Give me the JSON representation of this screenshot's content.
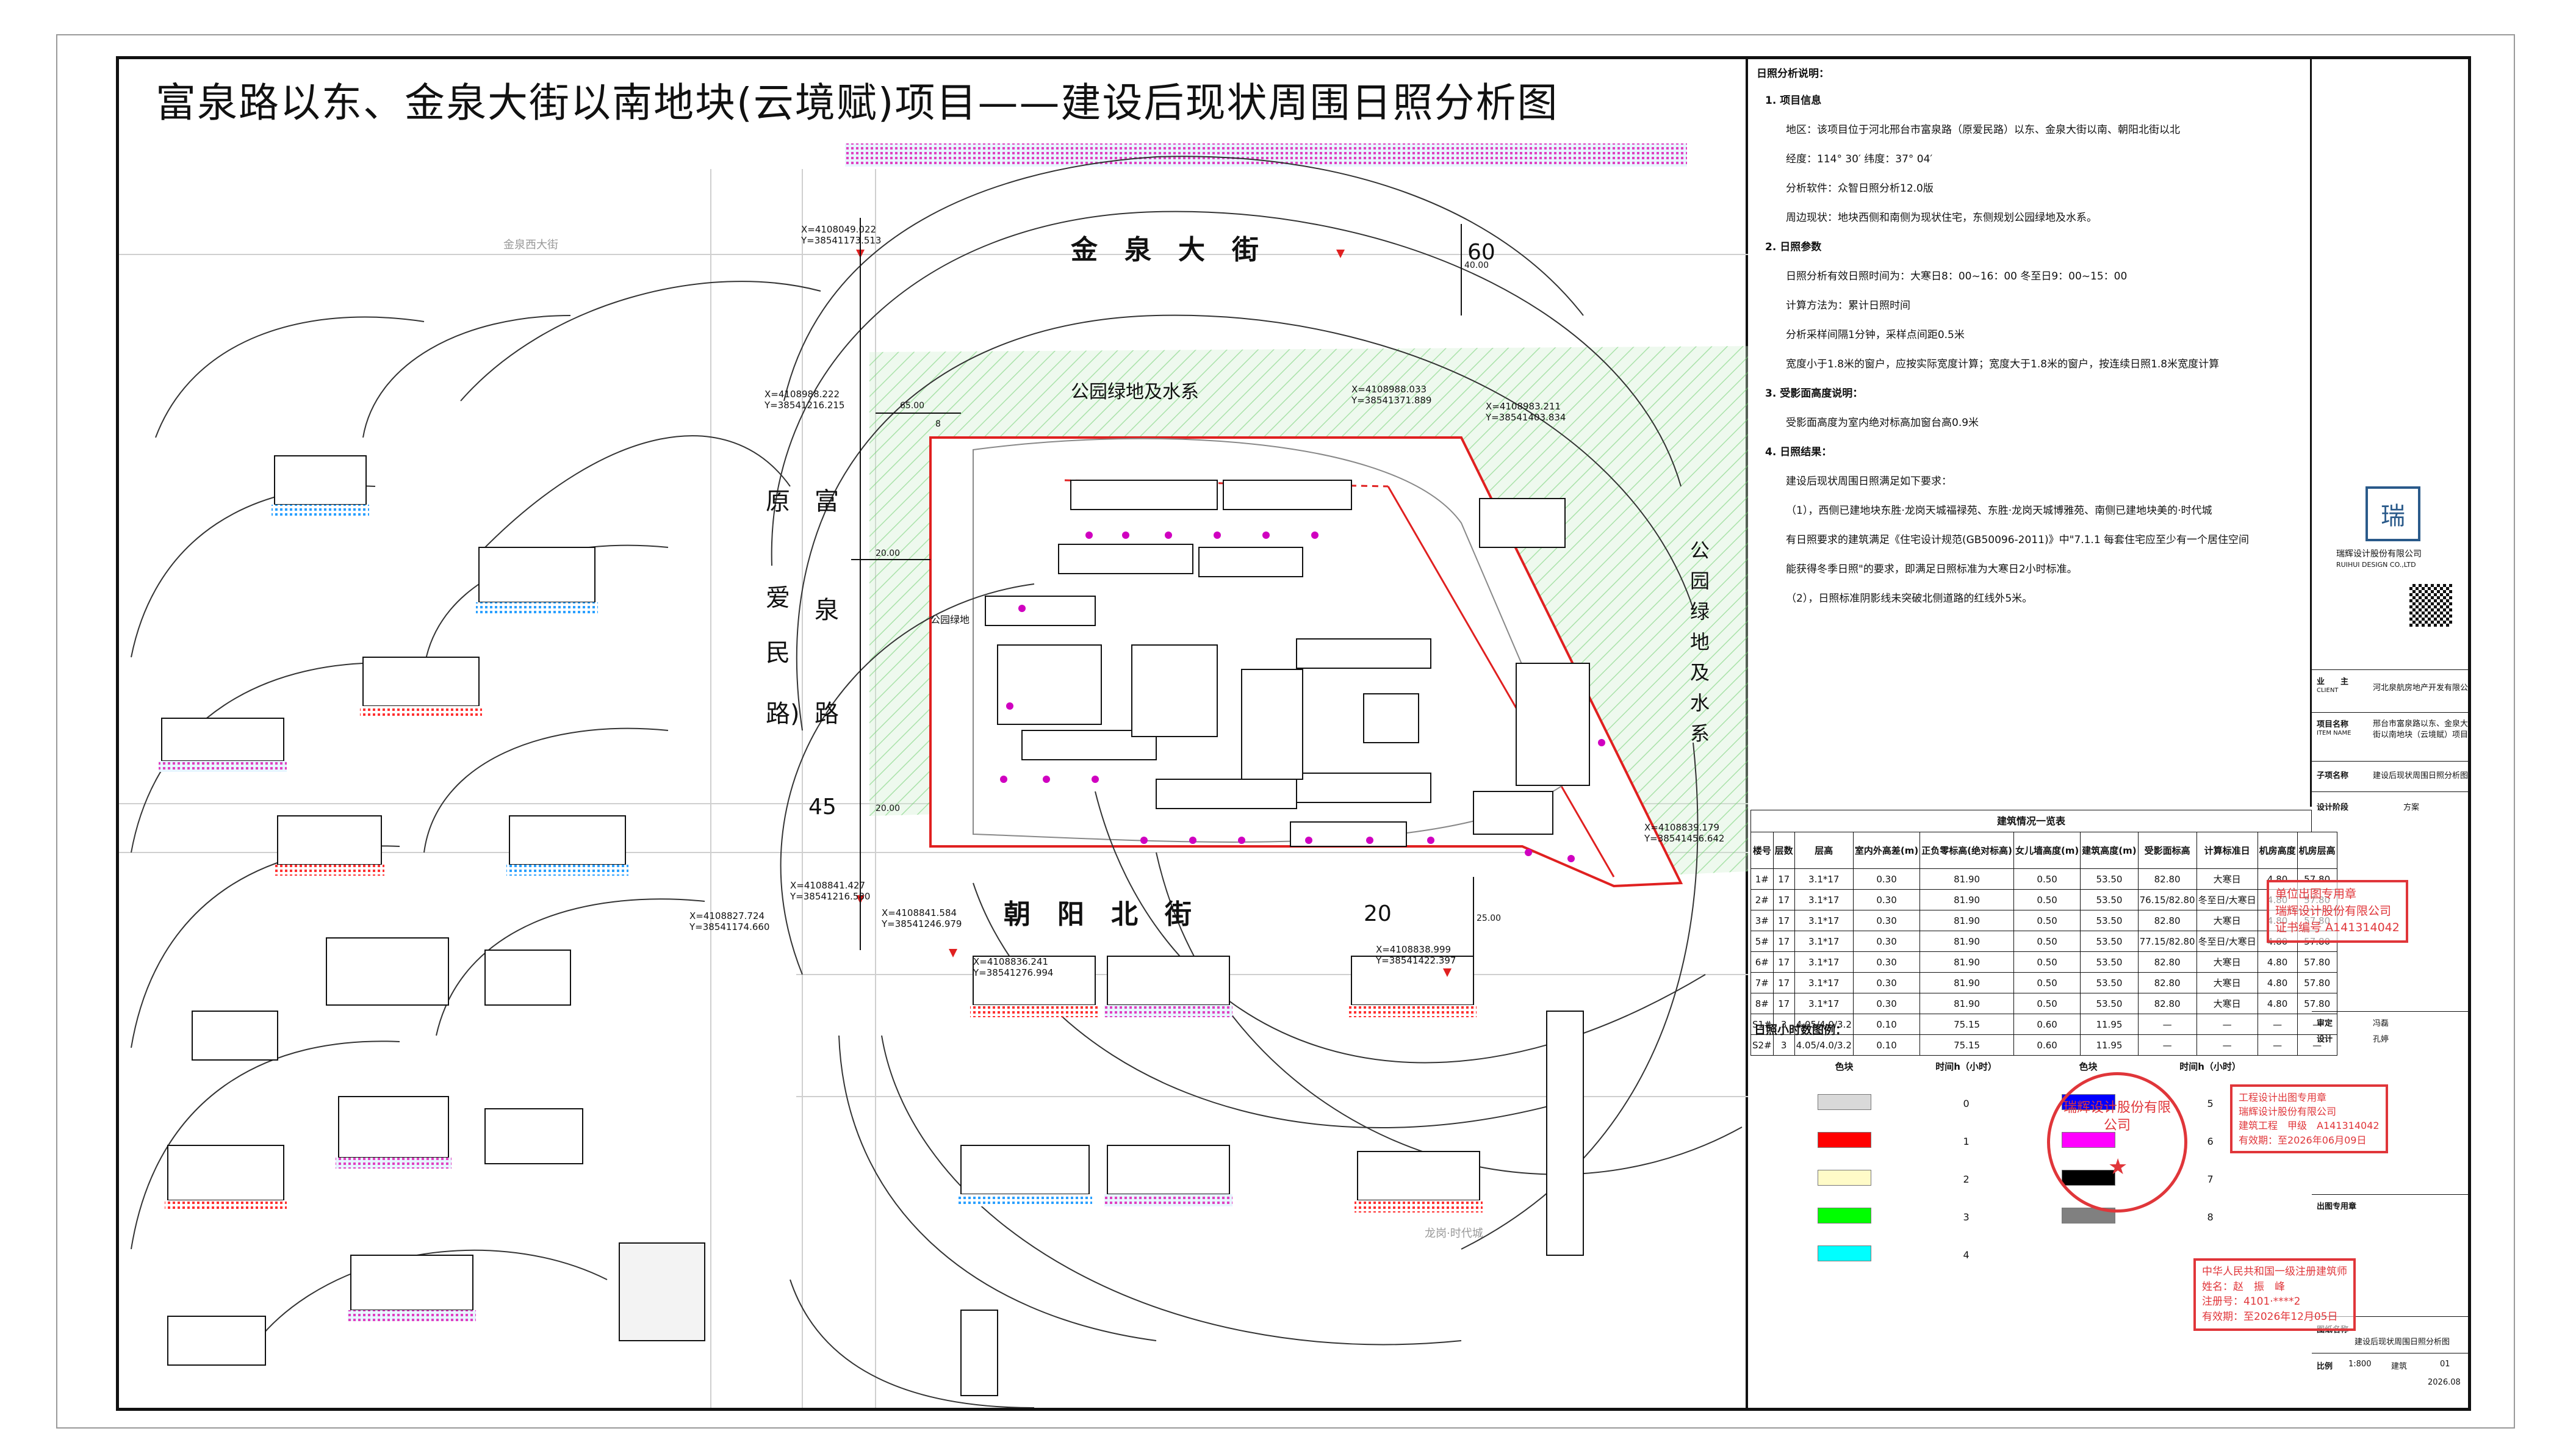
{
  "title": "富泉路以东、金泉大街以南地块(云境赋)项目——建设后现状周围日照分析图",
  "map": {
    "roads": {
      "north_road": "金　泉　大　街",
      "north_width": "60",
      "west_road_a": "富",
      "west_road_b": "泉",
      "west_road_c": "路",
      "west_road_alt_a": "原",
      "west_road_alt_b": "爱",
      "west_road_alt_c": "民",
      "west_road_alt_d": "路)",
      "west_width": "45",
      "south_road": "朝　阳　北　街",
      "south_width": "20",
      "east_green_a": "公",
      "east_green_b": "园",
      "east_green_c": "绿",
      "east_green_d": "地",
      "east_green_e": "及",
      "east_green_f": "水",
      "east_green_g": "系",
      "north_green": "公园绿地及水系",
      "inner_green": "公园绿地",
      "faint_road": "金泉西大街",
      "community_label": "龙岗·时代城"
    },
    "coords": [
      {
        "x": "X=4108049.022",
        "y": "Y=38541173.513"
      },
      {
        "x": "X=4108988.222",
        "y": "Y=38541216.215"
      },
      {
        "x": "X=4108988.033",
        "y": "Y=38541371.889"
      },
      {
        "x": "X=4108983.211",
        "y": "Y=38541403.834"
      },
      {
        "x": "X=4108839.179",
        "y": "Y=38541456.642"
      },
      {
        "x": "X=4108841.427",
        "y": "Y=38541216.580"
      },
      {
        "x": "X=4108827.724",
        "y": "Y=38541174.660"
      },
      {
        "x": "X=4108841.584",
        "y": "Y=38541246.979"
      },
      {
        "x": "X=4108836.241",
        "y": "Y=38541276.994"
      },
      {
        "x": "X=4108838.999",
        "y": "Y=38541422.397"
      }
    ],
    "dims": {
      "d1": "65.00",
      "d2": "20.00",
      "d3": "20.00",
      "d4": "8",
      "d5": "40.00",
      "d6": "25.00"
    }
  },
  "notes": {
    "heading": "日照分析说明：",
    "s1": "1. 项目信息",
    "s1_a": "地区：该项目位于河北邢台市富泉路（原爱民路）以东、金泉大街以南、朝阳北街以北",
    "s1_b": "经度：114° 30′  纬度：37° 04′",
    "s1_c": "分析软件：众智日照分析12.0版",
    "s1_d": "周边现状：地块西侧和南侧为现状住宅，东侧规划公园绿地及水系。",
    "s2": "2. 日照参数",
    "s2_a": "日照分析有效日照时间为：大寒日8：00~16：00  冬至日9：00~15：00",
    "s2_b": "计算方法为：累计日照时间",
    "s2_c": "分析采样间隔1分钟，采样点间距0.5米",
    "s2_d": "宽度小于1.8米的窗户，应按实际宽度计算；宽度大于1.8米的窗户，按连续日照1.8米宽度计算",
    "s3": "3. 受影面高度说明：",
    "s3_a": "受影面高度为室内绝对标高加窗台高0.9米",
    "s4": "4. 日照结果：",
    "s4_a": "建设后现状周围日照满足如下要求：",
    "s4_b": "（1），西侧已建地块东胜·龙岗天城福禄苑、东胜·龙岗天城博雅苑、南侧已建地块美的·时代城",
    "s4_c": "有日照要求的建筑满足《住宅设计规范(GB50096-2011)》中\"7.1.1 每套住宅应至少有一个居住空间",
    "s4_d": "能获得冬季日照\"的要求，即满足日照标准为大寒日2小时标准。",
    "s4_e": "（2），日照标准阴影线未突破北侧道路的红线外5米。"
  },
  "building_table": {
    "caption": "建筑情况一览表",
    "headers": [
      "楼号",
      "层数",
      "层高",
      "室内外高差(m)",
      "正负零标高(绝对标高)",
      "女儿墙高度(m)",
      "建筑高度(m)",
      "受影面标高",
      "计算标准日",
      "机房高度",
      "机房层高"
    ],
    "rows": [
      [
        "1#",
        "17",
        "3.1*17",
        "0.30",
        "81.90",
        "0.50",
        "53.50",
        "82.80",
        "大寒日",
        "4.80",
        "57.80"
      ],
      [
        "2#",
        "17",
        "3.1*17",
        "0.30",
        "81.90",
        "0.50",
        "53.50",
        "76.15/82.80",
        "冬至日/大寒日",
        "4.80",
        "57.80"
      ],
      [
        "3#",
        "17",
        "3.1*17",
        "0.30",
        "81.90",
        "0.50",
        "53.50",
        "82.80",
        "大寒日",
        "4.80",
        "57.80"
      ],
      [
        "5#",
        "17",
        "3.1*17",
        "0.30",
        "81.90",
        "0.50",
        "53.50",
        "77.15/82.80",
        "冬至日/大寒日",
        "4.80",
        "57.80"
      ],
      [
        "6#",
        "17",
        "3.1*17",
        "0.30",
        "81.90",
        "0.50",
        "53.50",
        "82.80",
        "大寒日",
        "4.80",
        "57.80"
      ],
      [
        "7#",
        "17",
        "3.1*17",
        "0.30",
        "81.90",
        "0.50",
        "53.50",
        "82.80",
        "大寒日",
        "4.80",
        "57.80"
      ],
      [
        "8#",
        "17",
        "3.1*17",
        "0.30",
        "81.90",
        "0.50",
        "53.50",
        "82.80",
        "大寒日",
        "4.80",
        "57.80"
      ],
      [
        "S1#",
        "3",
        "4.05/4.0/3.2",
        "0.10",
        "75.15",
        "0.60",
        "11.95",
        "—",
        "—",
        "—",
        "—"
      ],
      [
        "S2#",
        "3",
        "4.05/4.0/3.2",
        "0.10",
        "75.15",
        "0.60",
        "11.95",
        "—",
        "—",
        "—",
        "—"
      ]
    ]
  },
  "legend": {
    "caption": "日照小时数图例：",
    "col_block": "色块",
    "col_hours": "时间h（小时）",
    "items": [
      {
        "h": "0",
        "color": "#d9d9d9"
      },
      {
        "h": "1",
        "color": "#ff0000"
      },
      {
        "h": "2",
        "color": "#fffbc8"
      },
      {
        "h": "3",
        "color": "#00ff00"
      },
      {
        "h": "4",
        "color": "#00ffff"
      },
      {
        "h": "5",
        "color": "#0000ff"
      },
      {
        "h": "6",
        "color": "#ff00ff"
      },
      {
        "h": "7",
        "color": "#000000"
      },
      {
        "h": "8",
        "color": "#808080"
      }
    ]
  },
  "side": {
    "company": "瑞辉设计股份有限公司",
    "company_en": "RUIHUI DESIGN CO.,LTD",
    "client_label": "业　　主",
    "client_label_en": "CLIENT",
    "client": "河北泉航房地产开发有限公司",
    "project_label": "项目名称",
    "project_label_en": "ITEM NAME",
    "project": "邢台市富泉路以东、金泉大街以南地块（云境赋）项目",
    "sub_label": "子项名称",
    "sub": "建设后现状周围日照分析图",
    "phase_label": "设计阶段",
    "phase": "方案",
    "cert_label": "出图专用章",
    "sig_label": "审定",
    "sig_name": "冯磊",
    "sig_label2": "设计",
    "sig_name2": "孔婷",
    "drawing_label": "图纸名称",
    "drawing": "建设后现状周围日照分析图",
    "scale_label": "比例",
    "scale": "1:800",
    "spec": "建筑",
    "date": "2026.08",
    "sheet_no": "01"
  },
  "stamps": {
    "a_1": "单位出图专用章",
    "a_2": "瑞辉设计股份有限公司",
    "a_3": "证书编号 A141314042",
    "b_1": "工程设计出图专用章",
    "b_2": "瑞辉设计股份有限公司",
    "b_3": "建筑工程　甲级　A141314042",
    "b_4": "有效期：至2026年06月09日",
    "c_1": "中华人民共和国一级注册建筑师",
    "c_2": "姓名：赵　振　峰",
    "c_3": "注册号：4101·****2",
    "c_4": "有效期：至2026年12月05日",
    "seal": "瑞辉设计股份有限公司"
  }
}
